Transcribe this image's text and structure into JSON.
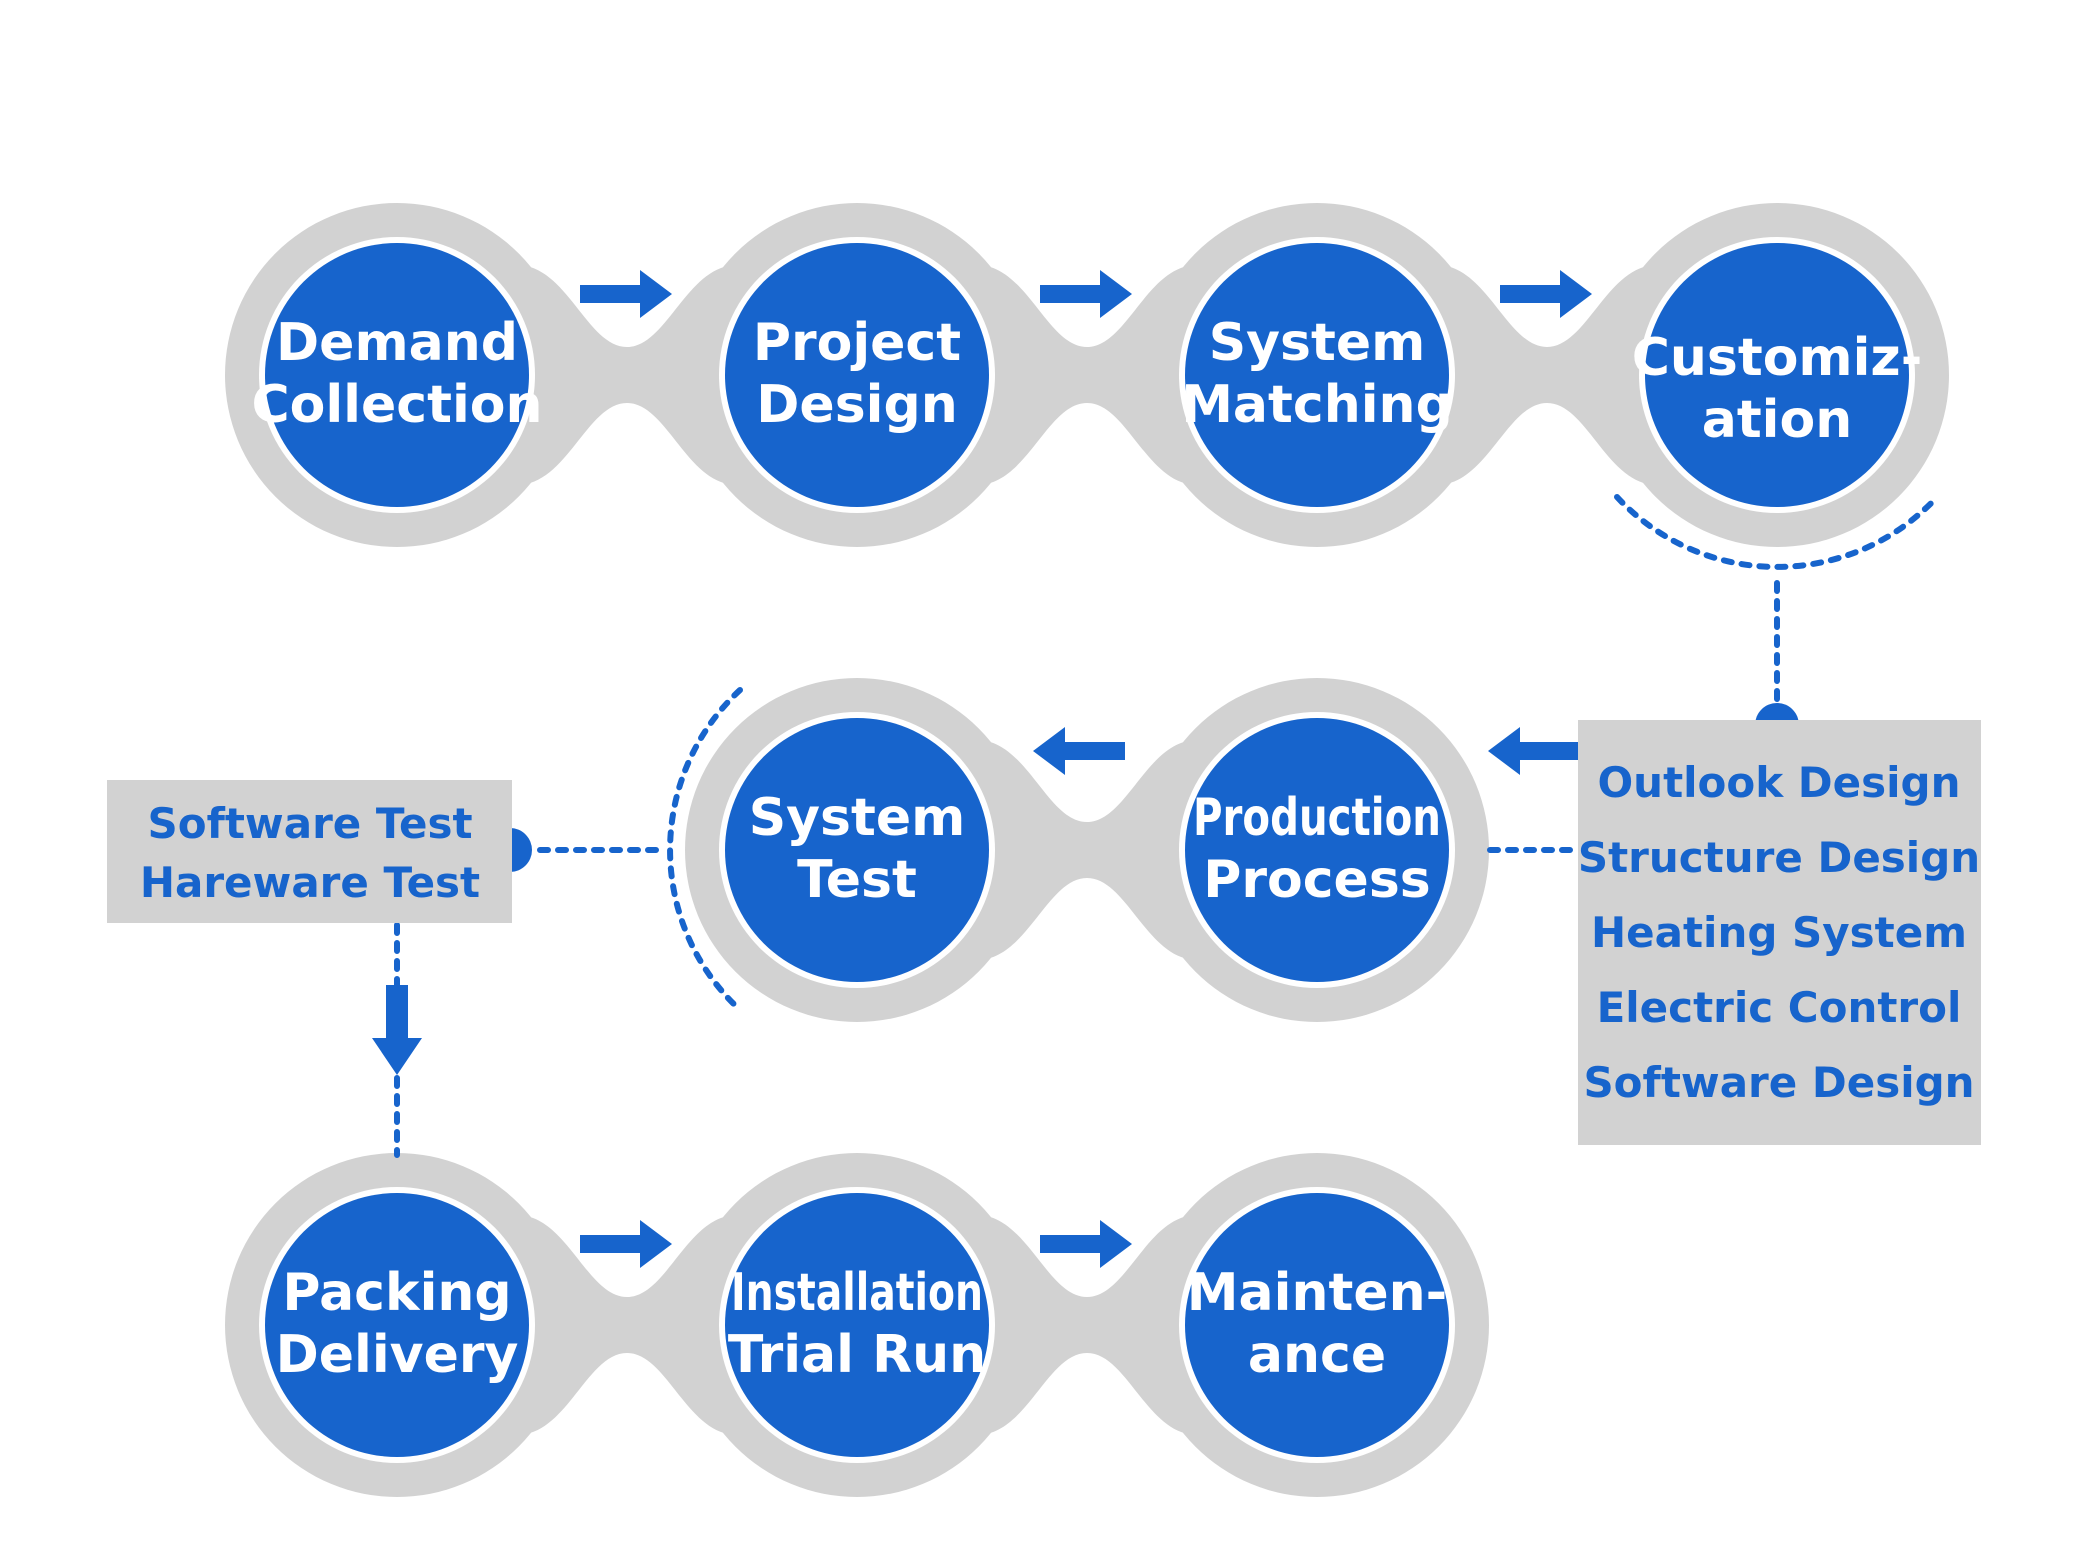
{
  "colors": {
    "primary": "#1764cc",
    "track": "#d2d2d2",
    "box": "#d2d2d2",
    "background": "#ffffff"
  },
  "rows": [
    {
      "steps": [
        {
          "lines": [
            "Demand",
            "Collection"
          ]
        },
        {
          "lines": [
            "Project",
            "Design"
          ]
        },
        {
          "lines": [
            "System",
            "Matching"
          ]
        },
        {
          "lines": [
            "Customiz-",
            "ation"
          ]
        }
      ]
    },
    {
      "steps": [
        {
          "lines": [
            "System",
            "Test"
          ]
        },
        {
          "lines": [
            "Production",
            "Process"
          ]
        }
      ]
    },
    {
      "steps": [
        {
          "lines": [
            "Packing",
            "Delivery"
          ]
        },
        {
          "lines": [
            "Installation",
            "Trial Run"
          ]
        },
        {
          "lines": [
            "Mainten-",
            "ance"
          ]
        }
      ]
    }
  ],
  "customization_box": {
    "items": [
      "Outlook Design",
      "Structure Design",
      "Heating System",
      "Electric Control",
      "Software Design"
    ]
  },
  "test_box": {
    "items": [
      "Software Test",
      "Hareware Test"
    ]
  },
  "icons": {
    "arrow": "arrow-right-icon"
  }
}
